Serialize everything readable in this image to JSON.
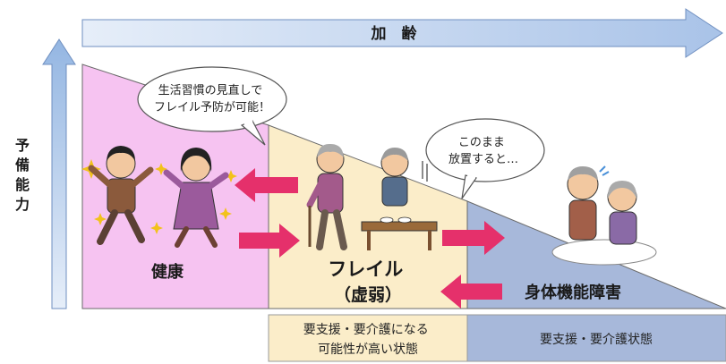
{
  "aging_label": "加　齢",
  "ability_label": "予備能力",
  "bubble_healthy": [
    "生活習慣の見直しで",
    "フレイル予防が可能！"
  ],
  "bubble_left": [
    "このまま",
    "放置すると…"
  ],
  "stage_healthy": "健康",
  "stage_frailty": [
    "フレイル",
    "（虚弱）"
  ],
  "stage_disability": "身体機能障害",
  "box_frailty": [
    "要支援・要介護になる",
    "可能性が高い状態"
  ],
  "box_disability": "要支援・要介護状態",
  "colors": {
    "healthy_zone": "#f6c3f1",
    "frailty_zone": "#fbedc9",
    "disability_zone": "#a7b8da",
    "arrow_red": "#e5306b",
    "aging_arrow": "#b5cbe9",
    "ability_arrow": "#9fbde4"
  }
}
